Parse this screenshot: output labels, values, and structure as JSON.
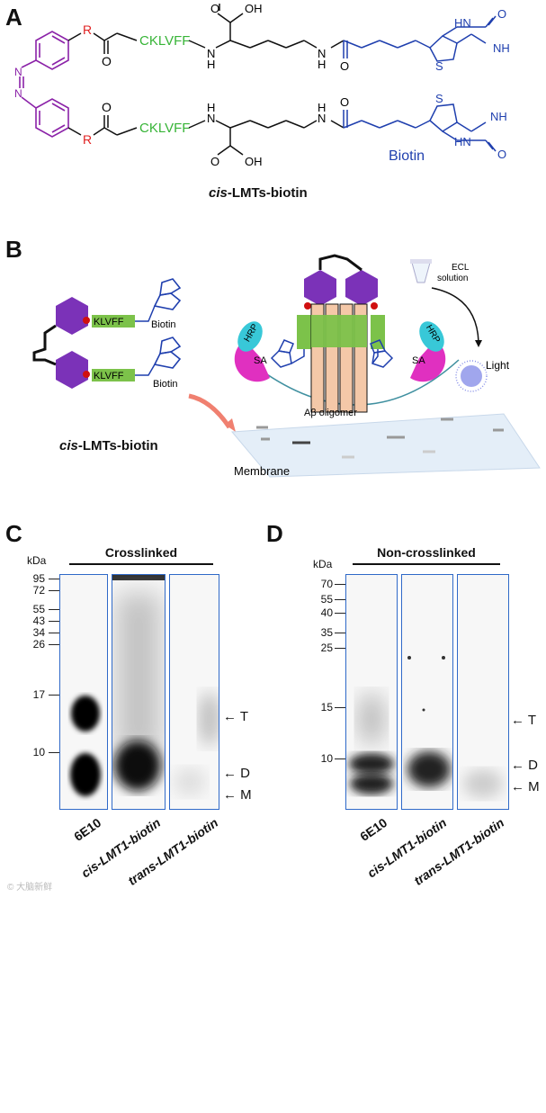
{
  "panel_a": {
    "letter": "A",
    "r_label": "R",
    "o_label": "O",
    "azo_n": "N",
    "peptide": "CKLVFF",
    "nh": "N",
    "h": "H",
    "cooh": "O",
    "oh": "OH",
    "biotin_hn": "HN",
    "biotin_nh": "NH",
    "biotin_s": "S",
    "biotin_label": "Biotin",
    "caption_italic": "cis",
    "caption_rest": "-LMTs-biotin"
  },
  "panel_b": {
    "letter": "B",
    "peptide": "KLVFF",
    "biotin_top": "Biotin",
    "biotin_bottom": "Biotin",
    "caption_italic": "cis",
    "caption_rest": "-LMTs-biotin",
    "hrp": "HRP",
    "sa": "SA",
    "oligomer": "Aβ oligomer",
    "ecl": "ECL\nsolution",
    "light": "Light",
    "membrane": "Membrane"
  },
  "panel_c": {
    "letter": "C",
    "title": "Crosslinked",
    "kda": "kDa",
    "markers": [
      "95",
      "72",
      "55",
      "43",
      "34",
      "26",
      "17",
      "10"
    ],
    "arrows": [
      "T",
      "D",
      "M"
    ],
    "lanes": [
      "6E10",
      "cis-LMT1-biotin",
      "trans-LMT1-biotin"
    ]
  },
  "panel_d": {
    "letter": "D",
    "title": "Non-crosslinked",
    "kda": "kDa",
    "markers": [
      "70",
      "55",
      "40",
      "35",
      "25",
      "15",
      "10"
    ],
    "arrows": [
      "T",
      "D",
      "M"
    ],
    "lanes": [
      "6E10",
      "cis-LMT1-biotin",
      "trans-LMT1-biotin"
    ]
  },
  "colors": {
    "purple": "#8b22a8",
    "green": "#37b437",
    "blue": "#1f3fae",
    "red": "#e02020",
    "hexagon": "#7b32b8",
    "klvff_box": "#7cc24a",
    "hrp": "#38c8d8",
    "sa": "#e030c0",
    "oligomer": "#f4c8a8",
    "lane_border": "#2f69c8"
  },
  "watermark": "© 大脑新鲜"
}
